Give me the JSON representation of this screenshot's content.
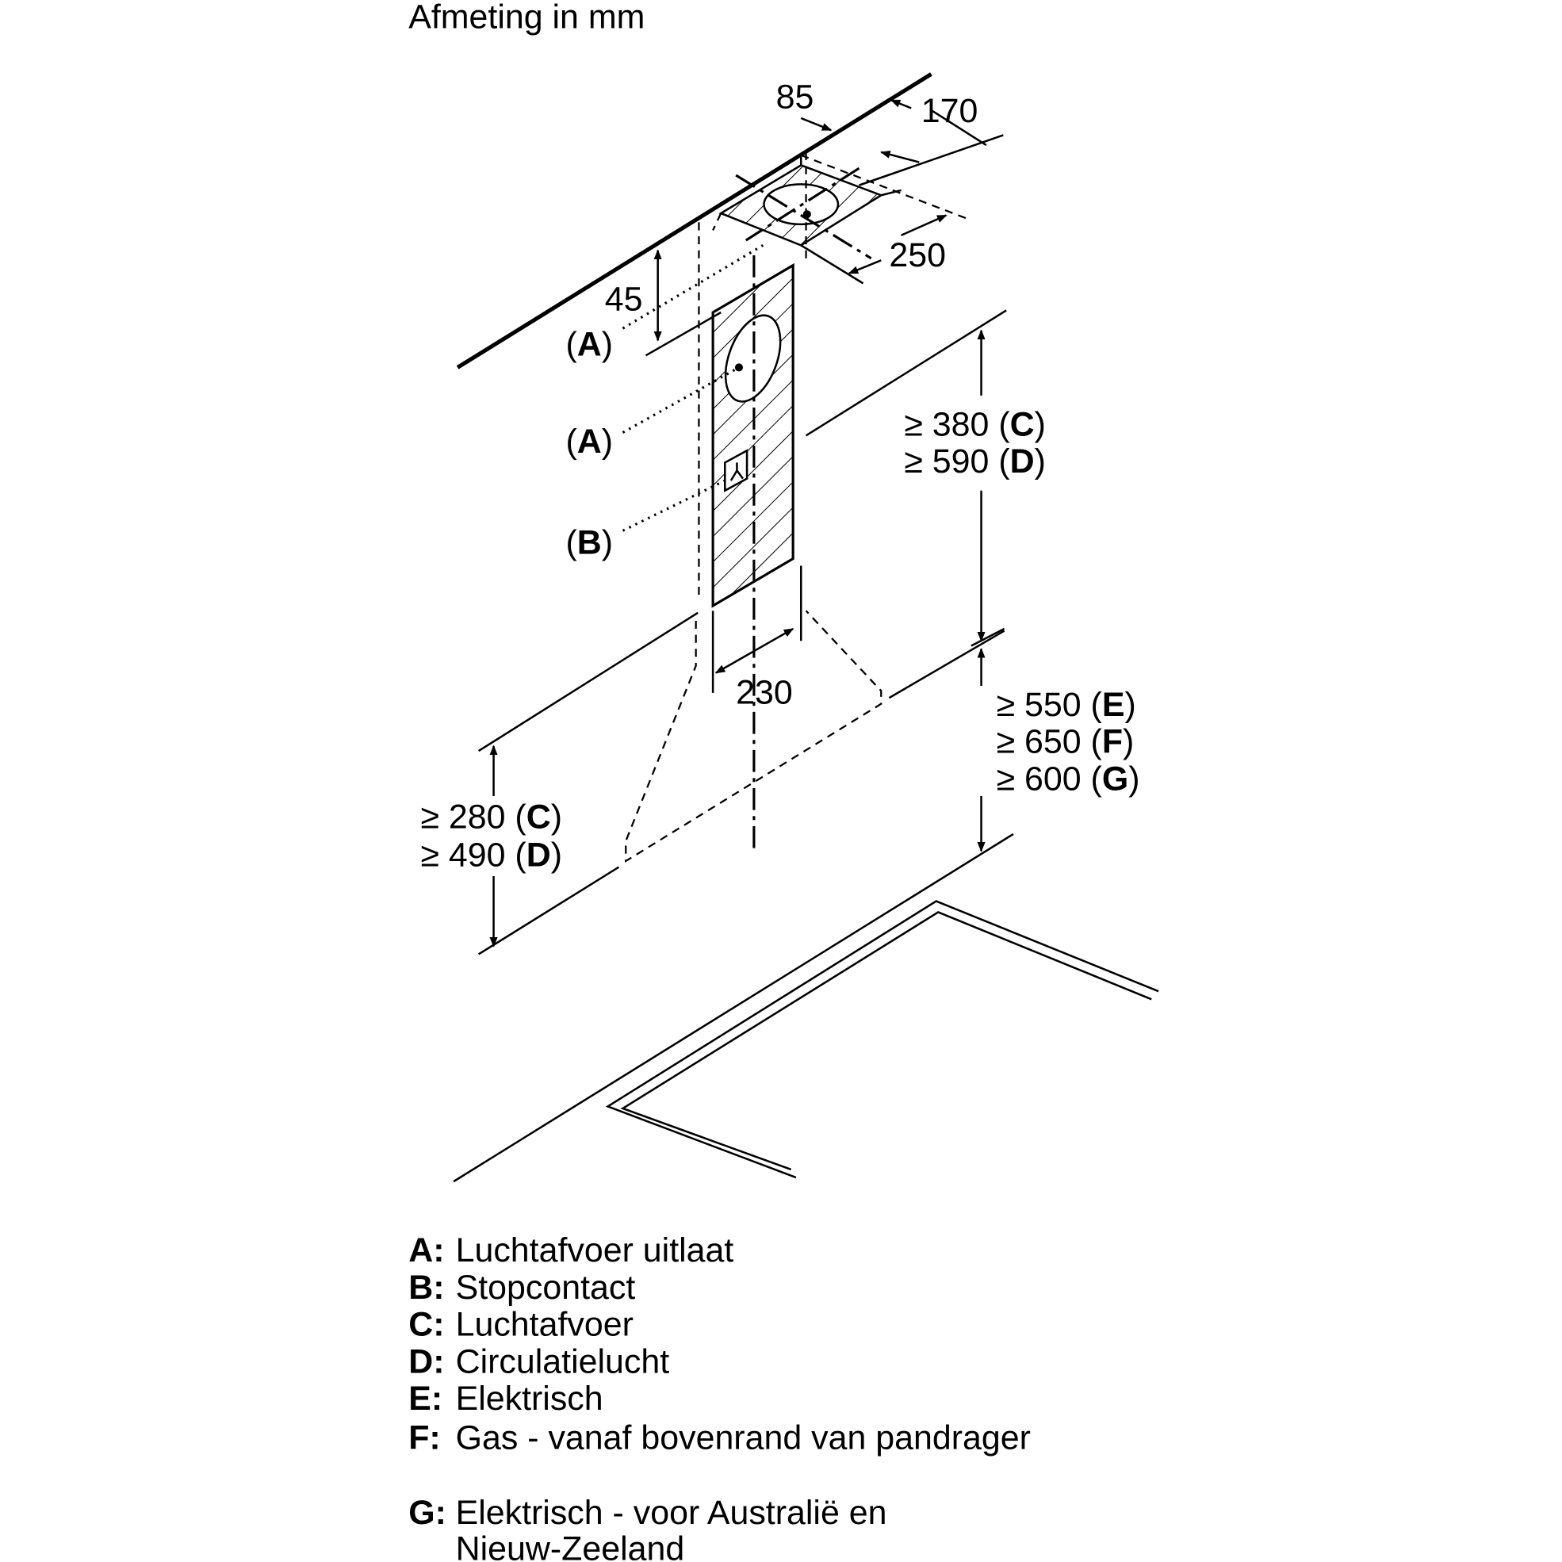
{
  "title": "Afmeting in mm",
  "dimensions": {
    "d85": "85",
    "d170": "170",
    "d250": "250",
    "d45": "45",
    "d230": "230",
    "upper_right": [
      {
        "prefix": "≥ 380 (",
        "letter": "C",
        "suffix": ")"
      },
      {
        "prefix": "≥ 590 (",
        "letter": "D",
        "suffix": ")"
      }
    ],
    "lower_right": [
      {
        "prefix": "≥ 550 (",
        "letter": "E",
        "suffix": ")"
      },
      {
        "prefix": "≥ 650 (",
        "letter": "F",
        "suffix": ")"
      },
      {
        "prefix": "≥ 600 (",
        "letter": "G",
        "suffix": ")"
      }
    ],
    "lower_left": [
      {
        "prefix": "≥ 280 (",
        "letter": "C",
        "suffix": ")"
      },
      {
        "prefix": "≥ 490 (",
        "letter": "D",
        "suffix": ")"
      }
    ]
  },
  "callouts": [
    {
      "letter": "A"
    },
    {
      "letter": "A"
    },
    {
      "letter": "B"
    }
  ],
  "legend": [
    {
      "key": "A:",
      "text": "Luchtafvoer uitlaat"
    },
    {
      "key": "B:",
      "text": "Stopcontact"
    },
    {
      "key": "C:",
      "text": "Luchtafvoer"
    },
    {
      "key": "D:",
      "text": "Circulatielucht"
    },
    {
      "key": "E:",
      "text": "Elektrisch"
    },
    {
      "key": "F:",
      "text": "Gas - vanaf bovenrand van pandrager"
    },
    {
      "key": "G:",
      "text": "Elektrisch - voor Australië en",
      "text2": "Nieuw-Zeeland"
    }
  ]
}
